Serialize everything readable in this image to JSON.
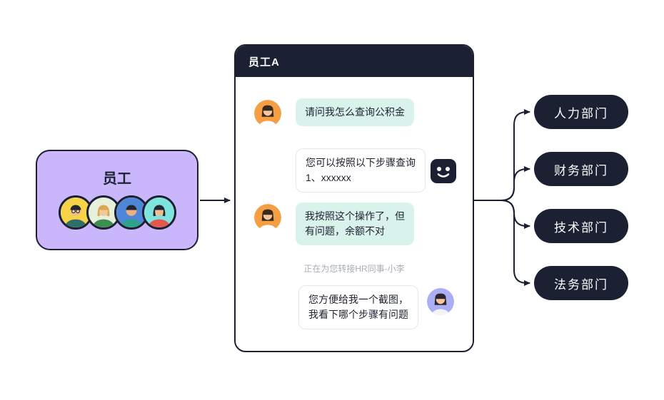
{
  "colors": {
    "dark_navy": "#1b2032",
    "purple_box": "#c9b6fb",
    "mint_bubble": "#daf2ec",
    "white_bubble_border": "#e4e6ec",
    "status_text": "#a7acb6"
  },
  "employee_box": {
    "label": "员工",
    "avatars": [
      "man-glasses-avatar",
      "blonde-woman-avatar",
      "man-blue-avatar",
      "woman-cyan-avatar"
    ]
  },
  "chat": {
    "title": "员工A",
    "messages": [
      {
        "sender": "employee",
        "text": "请问我怎么查询公积金"
      },
      {
        "sender": "bot",
        "text": "您可以按照以下步骤查询\n1、xxxxxx"
      },
      {
        "sender": "employee",
        "text": "我按照这个操作了，但\n有问题，余额不对"
      },
      {
        "sender": "system",
        "text": "正在为您转接HR同事-小李"
      },
      {
        "sender": "hr",
        "text": "您方便给我一个截图，\n我看下哪个步骤有问题"
      }
    ]
  },
  "departments": [
    {
      "label": "人力部门"
    },
    {
      "label": "财务部门"
    },
    {
      "label": "技术部门"
    },
    {
      "label": "法务部门"
    }
  ]
}
